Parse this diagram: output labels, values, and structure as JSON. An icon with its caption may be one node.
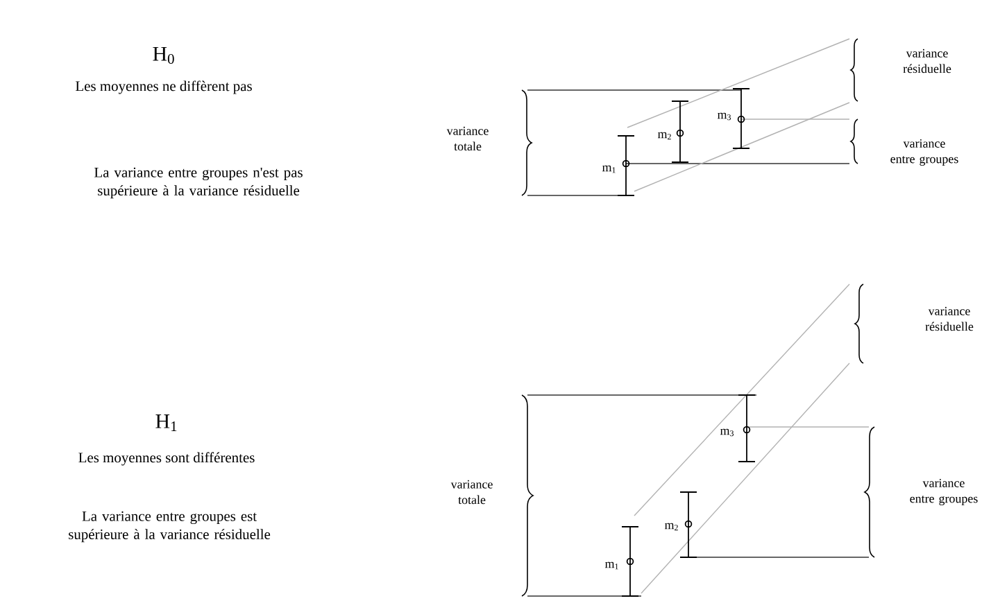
{
  "diagram": {
    "labels": [
      "H$_{0}$",
      "Les moyennes ne diffèrent pas",
      "La variance entre groupes n'est pas supérieure à la variance résiduelle",
      "variance résiduelle",
      "variance totale",
      "m$_{3}$",
      "m$_{2}$",
      "m$_{1}$",
      "variance entre groupes",
      "variance résiduelle",
      "H$_{1}$",
      "Les moyennes sont différentes",
      "La variance entre groupes est supérieure à la variance résiduelle",
      "m$_{3}$",
      "variance entre groupes",
      "variance totale",
      "m$_{2}$",
      "m$_{1}$"
    ]
  }
}
